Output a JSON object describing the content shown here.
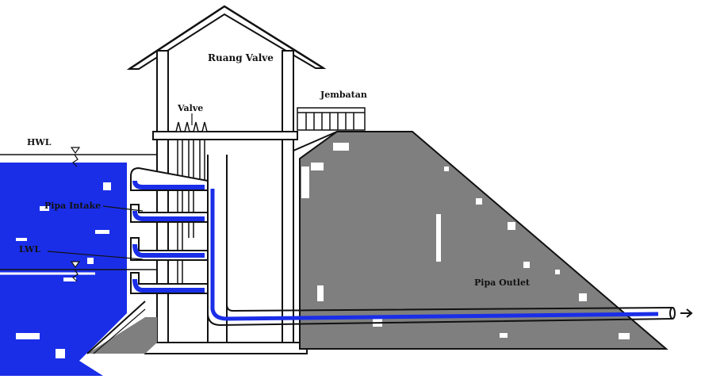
{
  "labels": {
    "ruang_valve": "Ruang Valve",
    "valve": "Valve",
    "jembatan": "Jembatan",
    "hwl": "HWL",
    "lwl": "LWL",
    "pipa_intake": "Pipa Intake",
    "pipa_outlet": "Pipa Outlet"
  },
  "colors": {
    "water": "#1a2ee8",
    "embankment": "#7f7f7f",
    "line": "#111111",
    "background": "#ffffff"
  },
  "components": {
    "intake_pipe_count": 4,
    "valve_icons": [
      "valve-icon",
      "valve-icon",
      "valve-icon",
      "valve-icon"
    ],
    "water_level_icons": [
      "water-level-triangle-icon",
      "water-level-triangle-icon"
    ]
  }
}
